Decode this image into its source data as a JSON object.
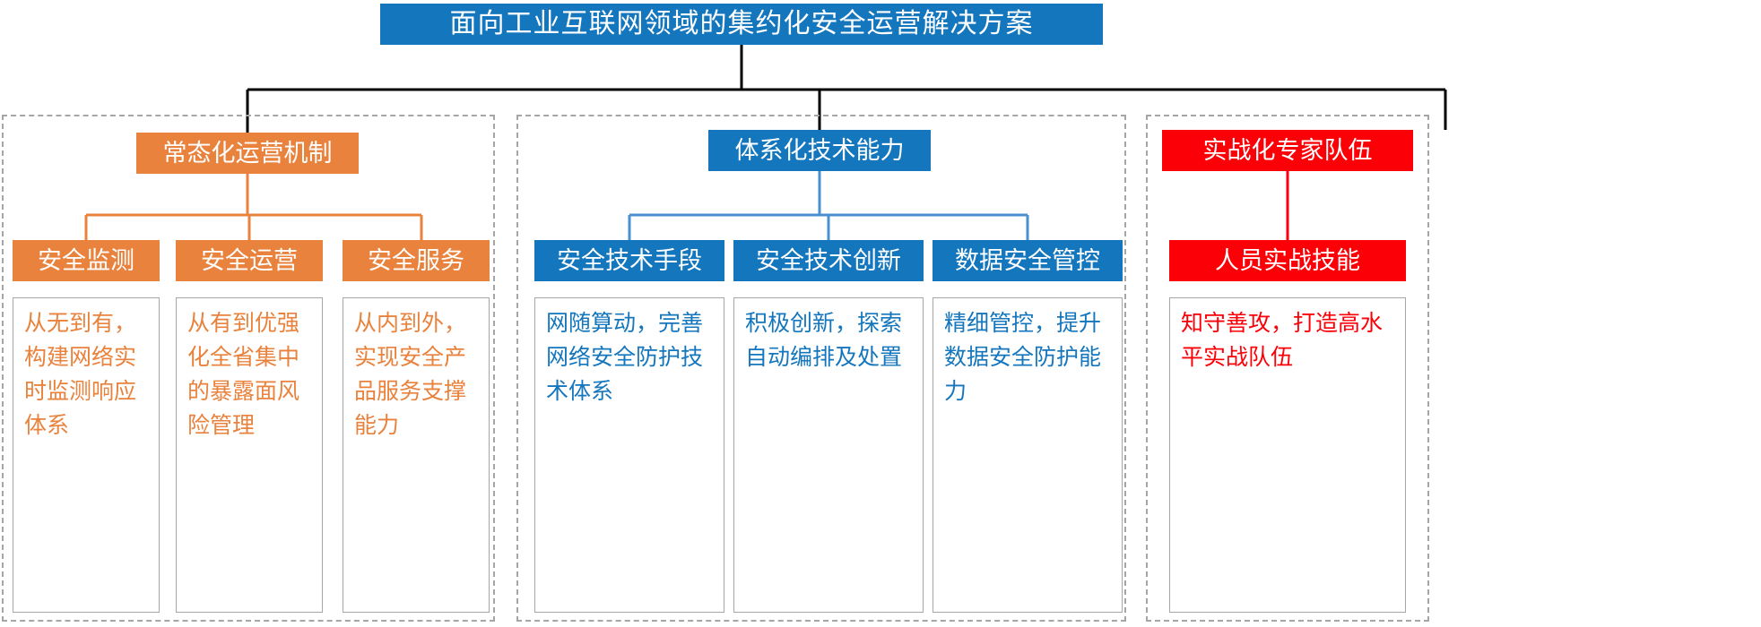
{
  "diagram": {
    "type": "org-tree",
    "root": {
      "label": "面向工业互联网领域的集约化安全运营解决方案",
      "color": "#1476bd",
      "text_color": "#ffffff"
    },
    "colors": {
      "orange": "#e8823c",
      "blue": "#1476bd",
      "red": "#fc0007",
      "group_border": "#a6a6a6",
      "card_border": "#a6a6a6",
      "root_connector": "#000000",
      "background": "#ffffff"
    },
    "branches": [
      {
        "id": "branch-operations",
        "label": "常态化运营机制",
        "accent": "#e8823c",
        "children": [
          {
            "id": "node-security-monitoring",
            "label": "安全监测",
            "description": "从无到有，构建网络实时监测响应体系"
          },
          {
            "id": "node-security-operations",
            "label": "安全运营",
            "description": "从有到优强化全省集中的暴露面风险管理"
          },
          {
            "id": "node-security-services",
            "label": "安全服务",
            "description": "从内到外，实现安全产品服务支撑能力"
          }
        ]
      },
      {
        "id": "branch-technology",
        "label": "体系化技术能力",
        "accent": "#1476bd",
        "children": [
          {
            "id": "node-security-tech-means",
            "label": "安全技术手段",
            "description": "网随算动，完善网络安全防护技术体系"
          },
          {
            "id": "node-security-tech-innovation",
            "label": "安全技术创新",
            "description": "积极创新，探索自动编排及处置"
          },
          {
            "id": "node-data-security-control",
            "label": "数据安全管控",
            "description": "精细管控，提升数据安全防护能力"
          }
        ]
      },
      {
        "id": "branch-experts",
        "label": "实战化专家队伍",
        "accent": "#fc0007",
        "children": [
          {
            "id": "node-personnel-combat-skills",
            "label": "人员实战技能",
            "description": "知守善攻，打造高水平实战队伍"
          }
        ]
      }
    ]
  }
}
